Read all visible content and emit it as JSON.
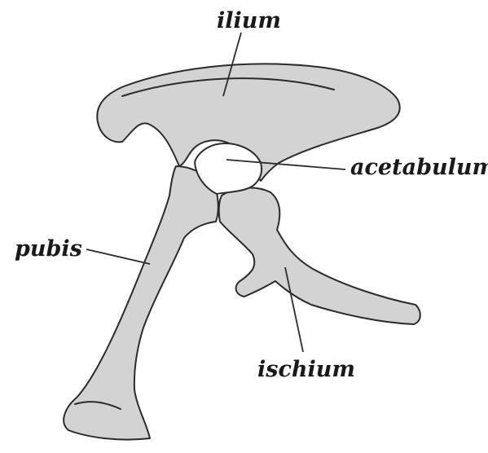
{
  "labels": {
    "ilium": "ilium",
    "acetabulum": "acetabulum",
    "pubis": "pubis",
    "ischium": "ischium"
  },
  "colors": {
    "bone_fill": "#d3d3d3",
    "outline": "#2b2b2b",
    "label_text": "#1a1a1a",
    "background": "#ffffff"
  }
}
